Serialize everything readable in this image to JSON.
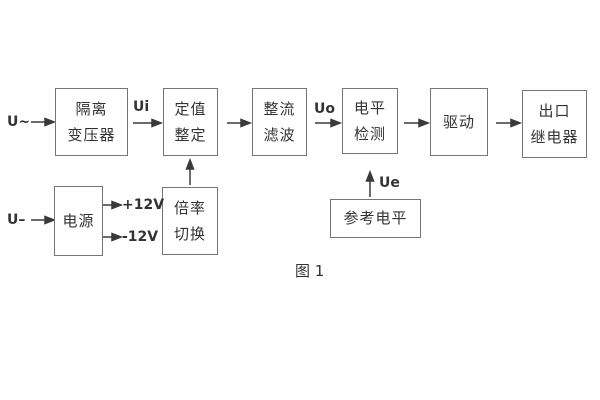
{
  "diagram": {
    "title": "relay-signal-flow-block-diagram",
    "inputs": {
      "ac_label": "U~",
      "dc_label": "U–"
    },
    "boxes": {
      "isolation_transformer": {
        "lines": [
          "隔离",
          "变压器"
        ]
      },
      "setting_adjust": {
        "lines": [
          "定值",
          "整定"
        ]
      },
      "rectifier_filter": {
        "lines": [
          "整流",
          "滤波"
        ]
      },
      "level_detect": {
        "lines": [
          "电平",
          "检测"
        ]
      },
      "driver": {
        "lines": [
          "驱动"
        ]
      },
      "output_relay": {
        "lines": [
          "出口",
          "继电器"
        ]
      },
      "power_supply": {
        "lines": [
          "电源"
        ]
      },
      "ratio_switch": {
        "lines": [
          "倍率",
          "切换"
        ]
      },
      "reference_level": {
        "lines": [
          "参考电平"
        ]
      }
    },
    "signal_labels": {
      "ui": "Ui",
      "uo": "Uo",
      "ue": "Ue"
    },
    "rail_labels": {
      "pos": "+12V",
      "neg": "-12V"
    },
    "caption": "图 1",
    "colors": {
      "background": "#ffffff",
      "box_border": "#757575",
      "line": "#3a3a3a",
      "text": "#333333"
    }
  }
}
